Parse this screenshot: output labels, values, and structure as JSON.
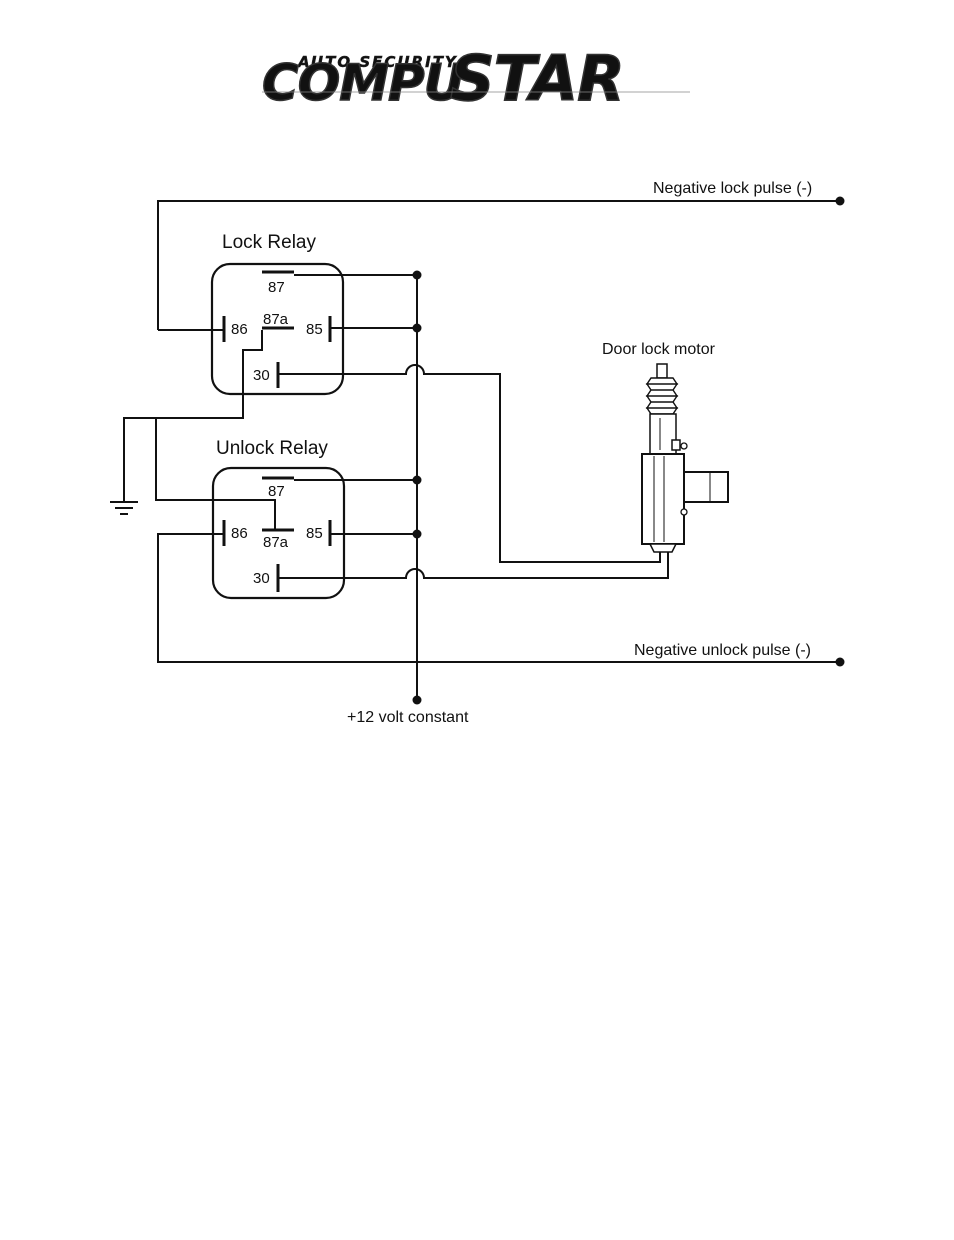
{
  "logo": {
    "tagline": "AUTO SECURITY",
    "brand_left": "COMPU",
    "brand_right": "STAR"
  },
  "lock_relay": {
    "title": "Lock Relay",
    "pins": {
      "p87": "87",
      "p87a": "87a",
      "p86": "86",
      "p85": "85",
      "p30": "30"
    }
  },
  "unlock_relay": {
    "title": "Unlock Relay",
    "pins": {
      "p87": "87",
      "p87a": "87a",
      "p86": "86",
      "p85": "85",
      "p30": "30"
    }
  },
  "labels": {
    "negative_lock_pulse": "Negative lock pulse (-)",
    "negative_unlock_pulse": "Negative unlock pulse (-)",
    "door_lock_motor": "Door lock motor",
    "plus12_constant": "+12 volt constant"
  },
  "colors": {
    "line": "#111111",
    "logo_fill": "#cfcfcf",
    "logo_stroke": "#333333"
  }
}
